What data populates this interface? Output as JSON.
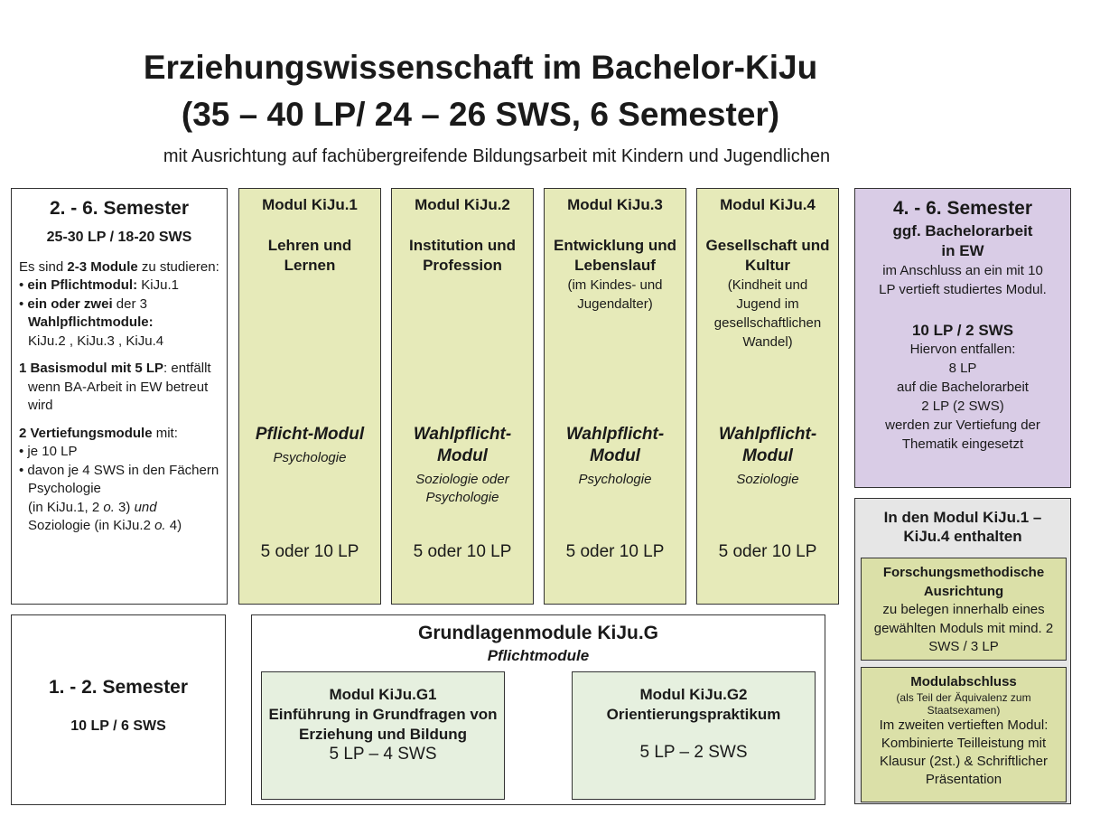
{
  "title": {
    "line1": "Erziehungswissenschaft im Bachelor-KiJu",
    "line2": "(35 – 40 LP/ 24 – 26 SWS, 6 Semester)",
    "subtitle": "mit Ausrichtung auf fachübergreifende Bildungsarbeit mit Kindern und Jugendlichen"
  },
  "left_upper": {
    "heading": "2. - 6. Semester",
    "credits": "25-30 LP / 18-20 SWS",
    "p1_a": "Es sind ",
    "p1_b": "2-3 Module",
    "p1_c": " zu studieren:",
    "b1_a": "ein Pflichtmodul:",
    "b1_b": " KiJu.1",
    "b2_a": "ein oder zwei",
    "b2_b": " der 3",
    "b2_c": "Wahlpflichtmodule:",
    "b2_d": "KiJu.2 , KiJu.3 , KiJu.4",
    "p2_a": "1 Basismodul mit 5 LP",
    "p2_b": ":",
    "p2_c": "entfällt wenn BA-Arbeit in EW betreut wird",
    "p3_a": "2 Vertiefungsmodule",
    "p3_b": " mit:",
    "b3": "je 10 LP",
    "b4": "davon je 4 SWS in den Fächern",
    "b4_b": "Psychologie",
    "b4_c": "(in KiJu.1, 2 ",
    "b4_d": "o.",
    "b4_e": " 3) ",
    "b4_f": "und",
    "b4_g": "Soziologie (in KiJu.2 ",
    "b4_h": "o.",
    "b4_i": " 4)"
  },
  "modules": [
    {
      "title": "Modul KiJu.1",
      "name": "Lehren und Lernen",
      "detail": "",
      "type": "Pflicht-Modul",
      "subject": "Psychologie",
      "lp": "5 oder 10 LP"
    },
    {
      "title": "Modul KiJu.2",
      "name": "Institution und Profession",
      "detail": "",
      "type": "Wahlpflicht-Modul",
      "subject": "Soziologie oder Psychologie",
      "lp": "5 oder 10 LP"
    },
    {
      "title": "Modul KiJu.3",
      "name": "Entwicklung und Lebenslauf",
      "detail": "(im Kindes- und Jugendalter)",
      "type": "Wahlpflicht-Modul",
      "subject": "Psychologie",
      "lp": "5 oder 10 LP"
    },
    {
      "title": "Modul KiJu.4",
      "name": "Gesellschaft und Kultur",
      "detail": "(Kindheit und Jugend im gesellschaftlichen Wandel)",
      "type": "Wahlpflicht-Modul",
      "subject": "Soziologie",
      "lp": "5 oder 10 LP"
    }
  ],
  "right_upper": {
    "heading": "4. - 6. Semester",
    "ba": "ggf. Bachelorarbeit in EW",
    "ba_text": "im Anschluss an ein mit 10 LP vertieft studiertes Modul.",
    "credits": "10 LP / 2 SWS",
    "l1": "Hiervon entfallen:",
    "l2": "8 LP",
    "l3": "auf die Bachelorarbeit",
    "l4": "2 LP (2 SWS)",
    "l5": "werden zur Vertiefung der Thematik eingesetzt"
  },
  "right_lower": {
    "heading": "In den Modul KiJu.1 – KiJu.4 enthalten",
    "box1": {
      "title": "Forschungsmethodische Ausrichtung",
      "text": "zu belegen innerhalb eines gewählten Moduls mit mind. 2 SWS / 3 LP"
    },
    "box2": {
      "title": "Modulabschluss",
      "note": "(als Teil der Äquivalenz zum Staatsexamen)",
      "text": "Im zweiten vertieften Modul: Kombinierte Teilleistung mit Klausur (2st.) & Schriftlicher Präsentation"
    }
  },
  "left_lower": {
    "heading": "1. - 2. Semester",
    "credits": "10 LP / 6 SWS"
  },
  "grundlagen": {
    "title": "Grundlagenmodule KiJu.G",
    "subtitle": "Pflichtmodule",
    "g1": {
      "title": "Modul KiJu.G1",
      "name": "Einführung in Grundfragen von Erziehung und Bildung",
      "lp": "5 LP – 4 SWS"
    },
    "g2": {
      "title": "Modul KiJu.G2",
      "name": "Orientierungspraktikum",
      "lp": "5 LP – 2 SWS"
    }
  },
  "colors": {
    "module": "#e6eab9",
    "purple": "#d9cce6",
    "gray": "#e6e6e6",
    "inner_green": "#dbe0a8",
    "light_green": "#e6f0df"
  }
}
